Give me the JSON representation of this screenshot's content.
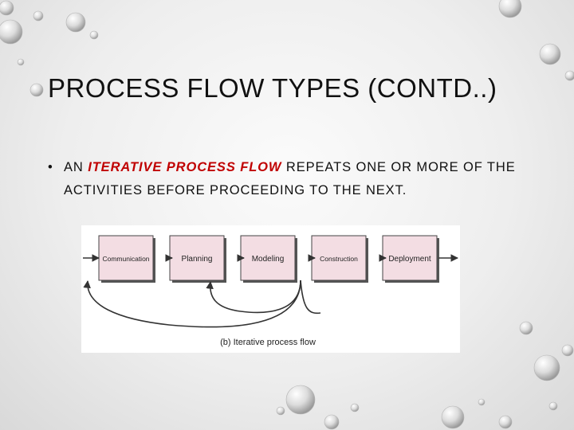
{
  "slide": {
    "title": "PROCESS FLOW TYPES (CONTD..)",
    "bullet": {
      "marker": "•",
      "prefix": "AN",
      "emphasis": "ITERATIVE PROCESS FLOW",
      "rest": "REPEATS ONE OR MORE OF THE ACTIVITIES BEFORE PROCEEDING TO THE NEXT.",
      "emphasis_color": "#c00000"
    },
    "figure": {
      "activities": [
        "Communication",
        "Planning",
        "Modeling",
        "Construction",
        "Deployment"
      ],
      "caption": "(b) Iterative process flow",
      "box_fill": "#f3dde3"
    }
  }
}
